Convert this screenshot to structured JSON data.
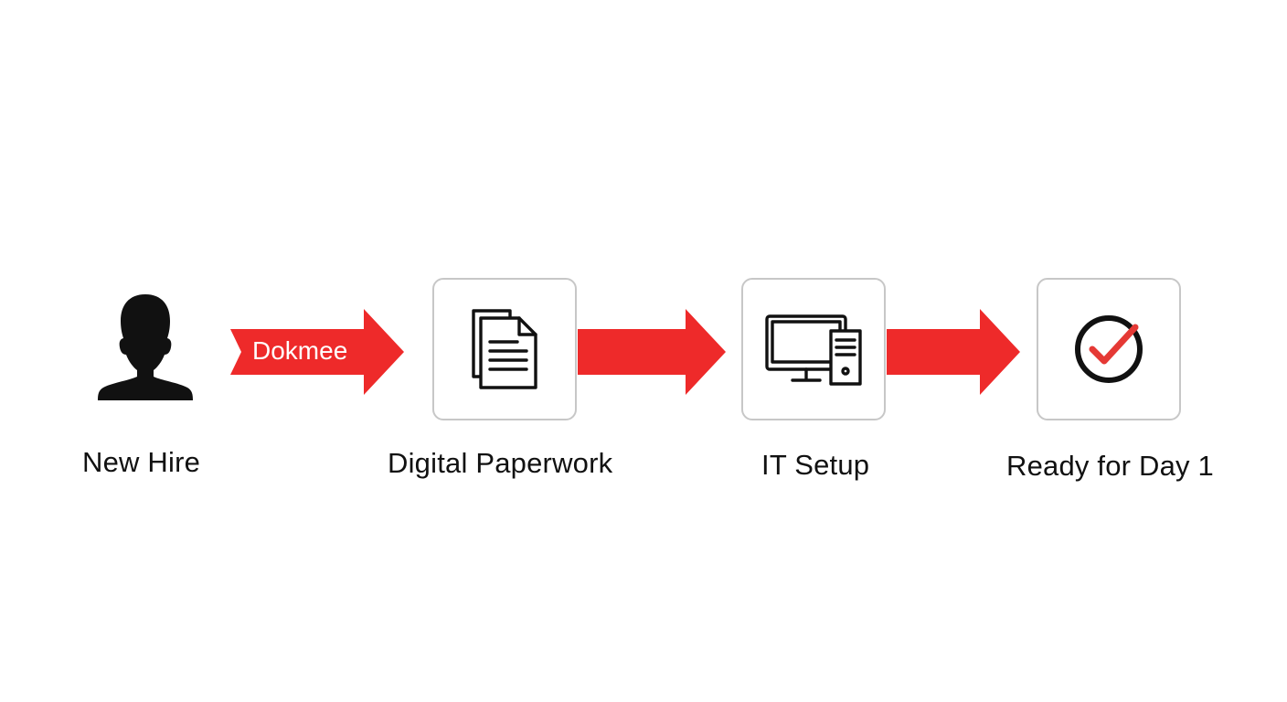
{
  "colors": {
    "arrow": "#ee2a2a",
    "icon": "#111111",
    "check_accent": "#e53935",
    "box_border": "#c7c7c7"
  },
  "steps": [
    {
      "label": "New Hire",
      "icon": "person-silhouette-icon"
    },
    {
      "label": "Digital Paperwork",
      "icon": "documents-icon"
    },
    {
      "label": "IT Setup",
      "icon": "desktop-computer-icon"
    },
    {
      "label": "Ready for Day 1",
      "icon": "checkmark-circle-icon"
    }
  ],
  "connectors": [
    {
      "label": "Dokmee"
    },
    {
      "label": ""
    },
    {
      "label": ""
    }
  ]
}
